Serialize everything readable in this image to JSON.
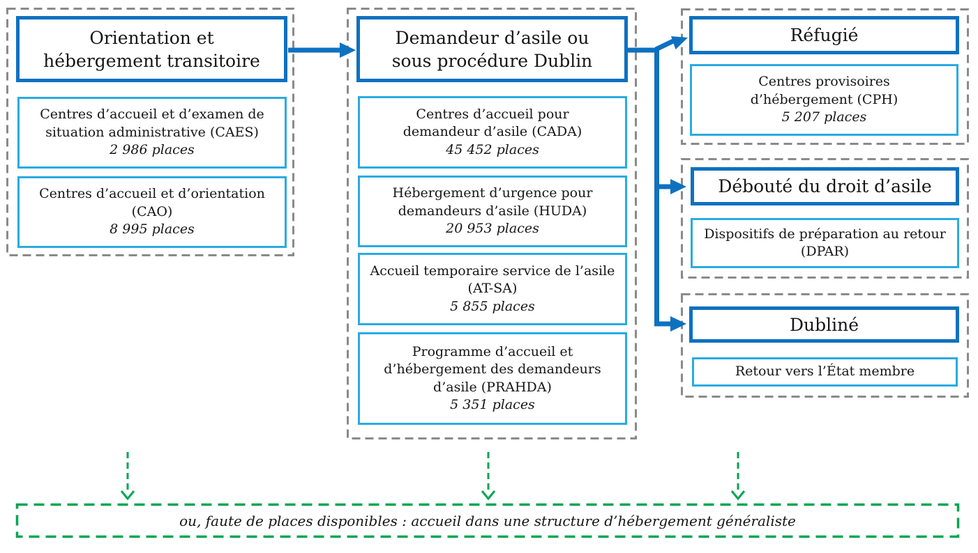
{
  "colors": {
    "header_border": "#0e71c0",
    "box_border": "#29abe2",
    "arrow_blue": "#0e71c0",
    "dash_gray": "#8a8a8a",
    "green": "#00a651",
    "text": "#161616"
  },
  "groups": {
    "transit": {
      "header": "Orientation et hébergement transitoire",
      "boxes": [
        {
          "title": "Centres d’accueil et d’examen de situation administrative (CAES)",
          "places": "2 986 places"
        },
        {
          "title": "Centres d’accueil et d’orientation (CAO)",
          "places": "8 995 places"
        }
      ]
    },
    "asile": {
      "header": "Demandeur d’asile ou sous procédure Dublin",
      "boxes": [
        {
          "title": "Centres d’accueil pour demandeur d’asile (CADA)",
          "places": "45 452 places"
        },
        {
          "title": "Hébergement d’urgence pour demandeurs d’asile (HUDA)",
          "places": "20 953 places"
        },
        {
          "title": "Accueil temporaire service de l’asile (AT-SA)",
          "places": "5 855 places"
        },
        {
          "title": "Programme d’accueil et d’hébergement des demandeurs d’asile (PRAHDA)",
          "places": "5 351 places"
        }
      ]
    },
    "refugie": {
      "header": "Réfugié",
      "boxes": [
        {
          "title": "Centres provisoires d’hébergement (CPH)",
          "places": "5 207 places"
        }
      ]
    },
    "deboute": {
      "header": "Débouté du droit d’asile",
      "boxes": [
        {
          "title": "Dispositifs de préparation au retour (DPAR)"
        }
      ]
    },
    "dubline": {
      "header": "Dubliné",
      "boxes": [
        {
          "title": "Retour vers l’État membre"
        }
      ]
    }
  },
  "fallback": {
    "note": "ou, faute de places disponibles : accueil dans une structure d’hébergement généraliste"
  }
}
